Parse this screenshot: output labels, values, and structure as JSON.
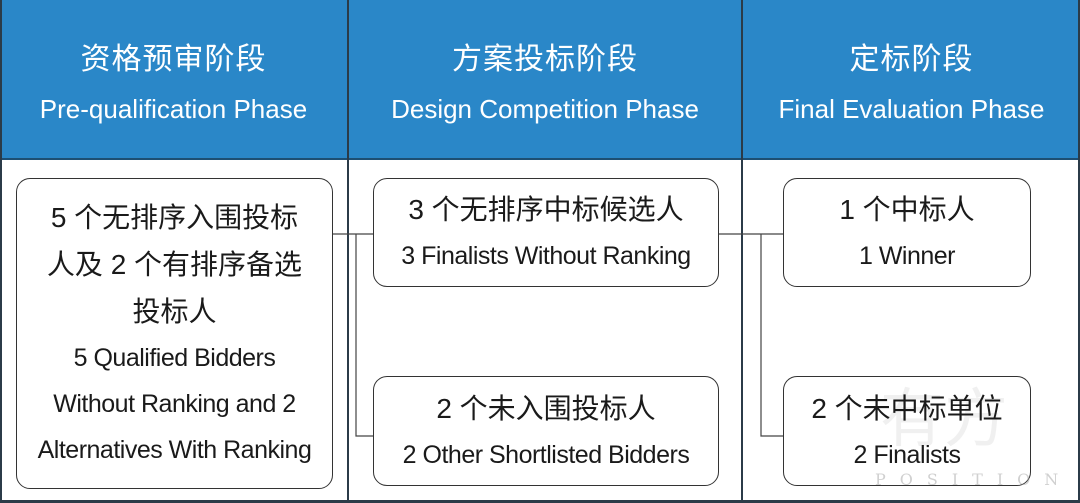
{
  "phases": [
    {
      "zh": "资格预审阶段",
      "en": "Pre-qualification Phase"
    },
    {
      "zh": "方案投标阶段",
      "en": "Design Competition Phase"
    },
    {
      "zh": "定标阶段",
      "en": "Final Evaluation Phase"
    }
  ],
  "boxes": {
    "prequal": {
      "zh1": "5 个无排序入围投标",
      "zh2": "人及 2 个有排序备选",
      "zh3": "投标人",
      "en1": "5 Qualified Bidders",
      "en2": "Without Ranking and 2",
      "en3": "Alternatives With Ranking"
    },
    "finalists": {
      "zh": "3 个无排序中标候选人",
      "en": "3 Finalists Without Ranking"
    },
    "others": {
      "zh": "2 个未入围投标人",
      "en": "2 Other Shortlisted Bidders"
    },
    "winner": {
      "zh": "1 个中标人",
      "en": "1 Winner"
    },
    "non_winners": {
      "zh": "2 个未中标单位",
      "en": "2 Finalists"
    }
  },
  "watermark": {
    "zh": "有方",
    "en": "POSITION"
  },
  "colors": {
    "header": "#2a87c8",
    "line": "#2b3b48"
  }
}
